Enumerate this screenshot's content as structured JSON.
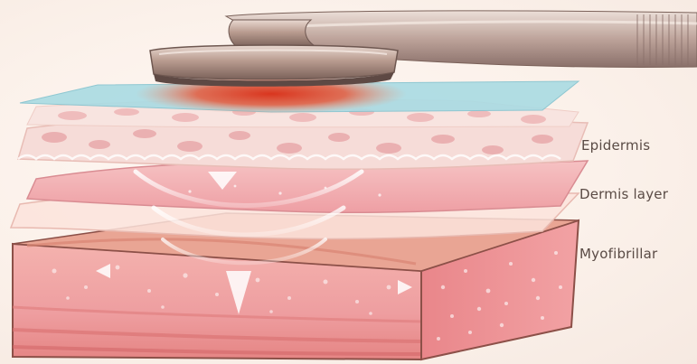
{
  "labels": {
    "epidermis": "Epidermis",
    "dermis": "Dermis layer",
    "myofibrillar": "Myofibrillar"
  },
  "colors": {
    "background": "#fbf3ed",
    "gel_layer": "#a9dbe3",
    "heat_glow": "#e0442a",
    "epidermis": "#f3d8d6",
    "dermis": "#f2b7b9",
    "muscle_top": "#e9a594",
    "muscle_body": "#ee9ea0",
    "device_metal": "#b99c90",
    "label_text": "#5a4b45"
  },
  "icons": {
    "device": "rf-handpiece-icon",
    "energy": "energy-wave-arrows-icon"
  }
}
